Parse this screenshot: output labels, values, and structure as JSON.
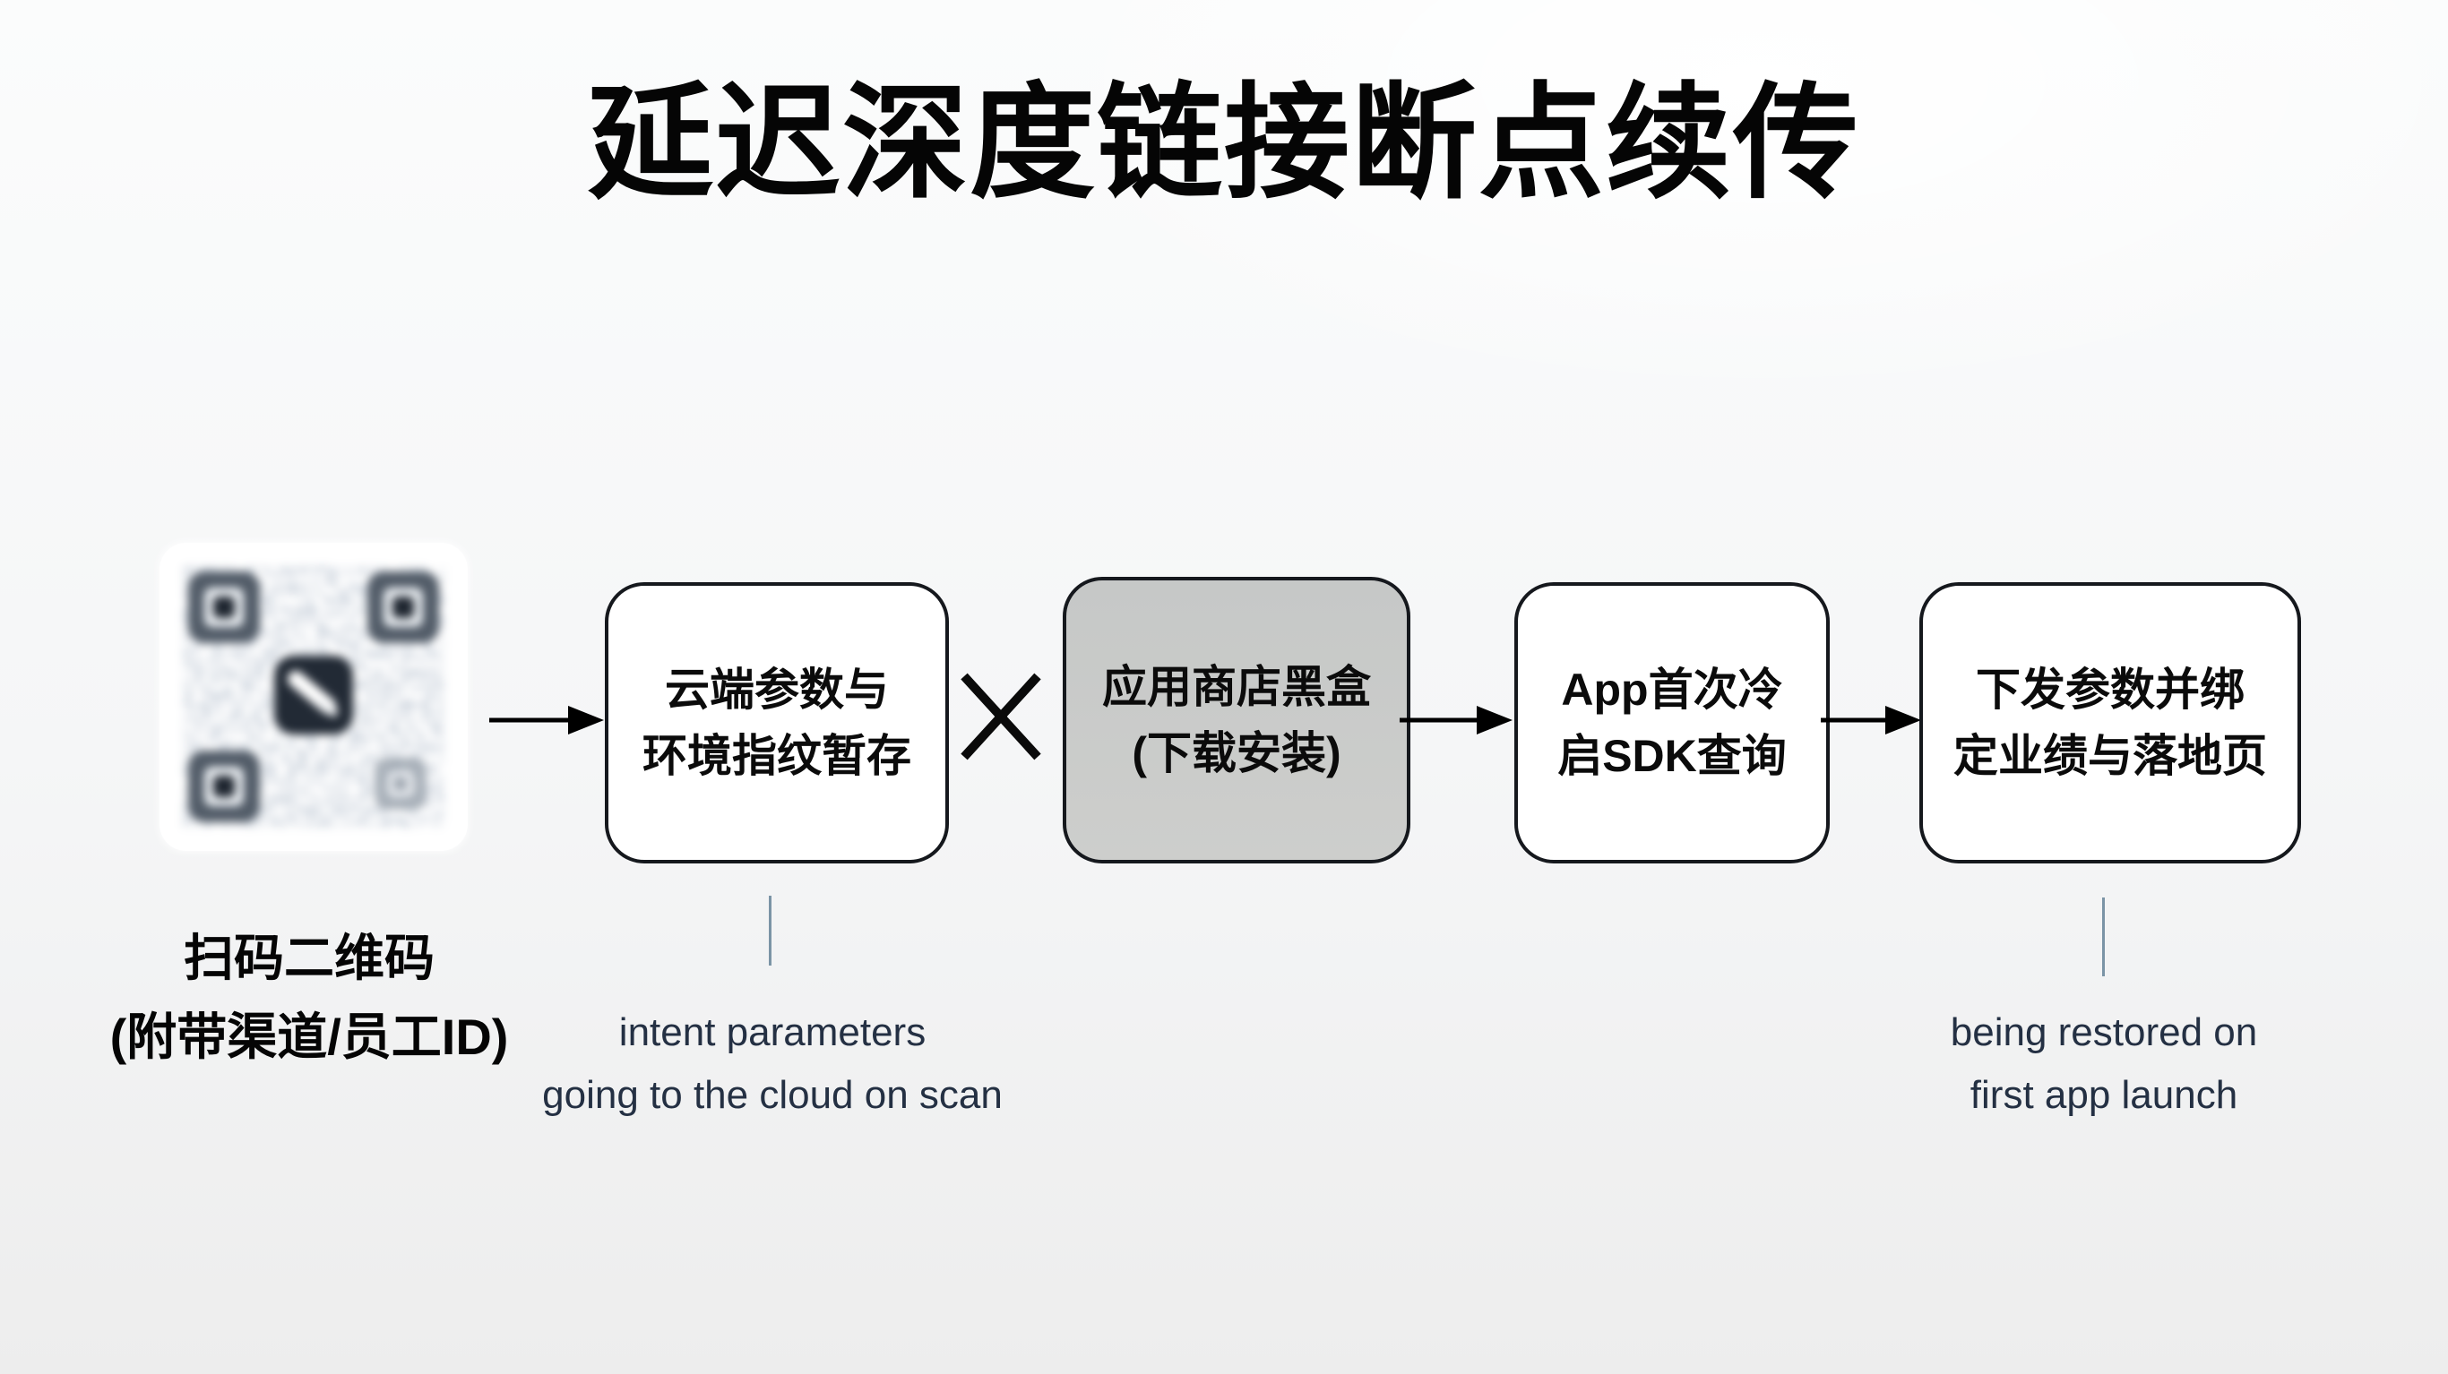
{
  "title": "延迟深度链接断点续传",
  "qr": {
    "icon": "qr-code-with-center-logo",
    "label_line1": "扫码二维码",
    "label_line2": "(附带渠道/员工ID)"
  },
  "flow": {
    "boxes": [
      {
        "id": "cloud-param-store",
        "line1": "云端参数与",
        "line2": "环境指纹暂存",
        "variant": "white"
      },
      {
        "id": "app-store-blackbox",
        "line1": "应用商店黑盒",
        "line2": "(下载安装)",
        "variant": "gray"
      },
      {
        "id": "first-cold-start",
        "line1": "App首次冷",
        "line2": "启SDK查询",
        "variant": "white"
      },
      {
        "id": "deliver-params",
        "line1": "下发参数并绑",
        "line2": "定业绩与落地页",
        "variant": "white"
      }
    ],
    "break_icon": "cross-x",
    "arrow_icon": "right-arrow"
  },
  "annotations": [
    {
      "line1": "intent parameters",
      "line2": "going to the cloud on scan"
    },
    {
      "line1": "being restored on",
      "line2": "first app launch"
    }
  ],
  "colors": {
    "title_text": "#050505",
    "box_border": "#15181d",
    "box_text": "#0b0b0b",
    "gray_box_fill": "#c9cbc9",
    "arrow": "#000000",
    "cross": "#0a0a0a",
    "connector_line": "#7b94a6",
    "annotation_text": "#243043",
    "background": "#f4f5f6"
  }
}
